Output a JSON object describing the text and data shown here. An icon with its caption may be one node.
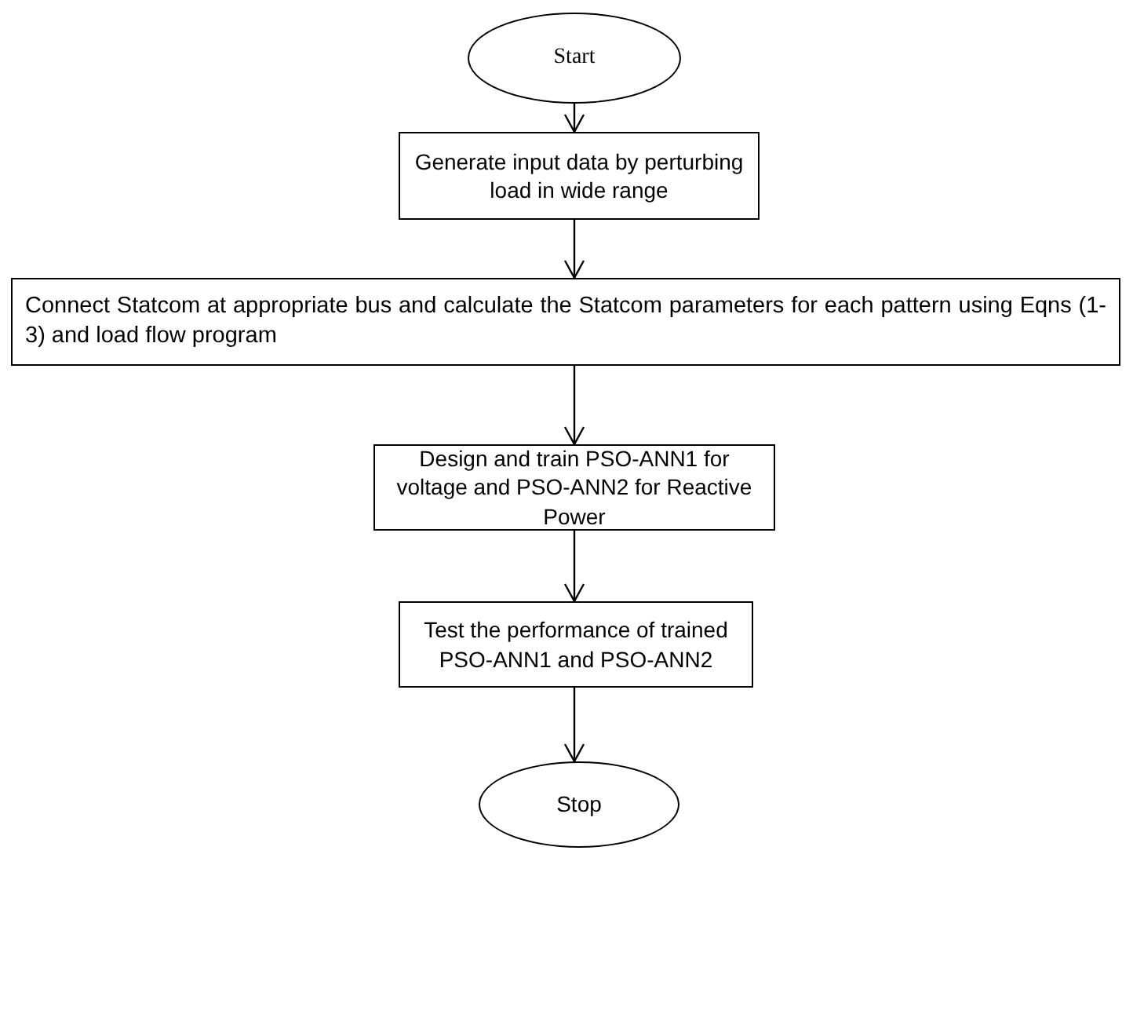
{
  "diagram": {
    "nodes": [
      {
        "text": [
          "Start"
        ]
      },
      {
        "text": [
          "Generate input data by perturbing load in wide range"
        ]
      },
      {
        "text": [
          "Connect Statcom at appropriate bus and calculate the Statcom parameters for each pattern using Eqns (1-3) and load flow program"
        ]
      },
      {
        "text": [
          "Design and train PSO-ANN1 for voltage and PSO-ANN2 for Reactive Power"
        ]
      },
      {
        "text": [
          "Test the performance of trained PSO-ANN1 and PSO-ANN2"
        ]
      },
      {
        "text": [
          "Stop"
        ]
      }
    ],
    "edges": [
      {
        "from": 0,
        "to": 1,
        "arrow": "to"
      },
      {
        "from": 1,
        "to": 2,
        "arrow": "to"
      },
      {
        "from": 2,
        "to": 3,
        "arrow": "to"
      },
      {
        "from": 3,
        "to": 4,
        "arrow": "to"
      },
      {
        "from": 4,
        "to": 5,
        "arrow": "to"
      }
    ]
  }
}
